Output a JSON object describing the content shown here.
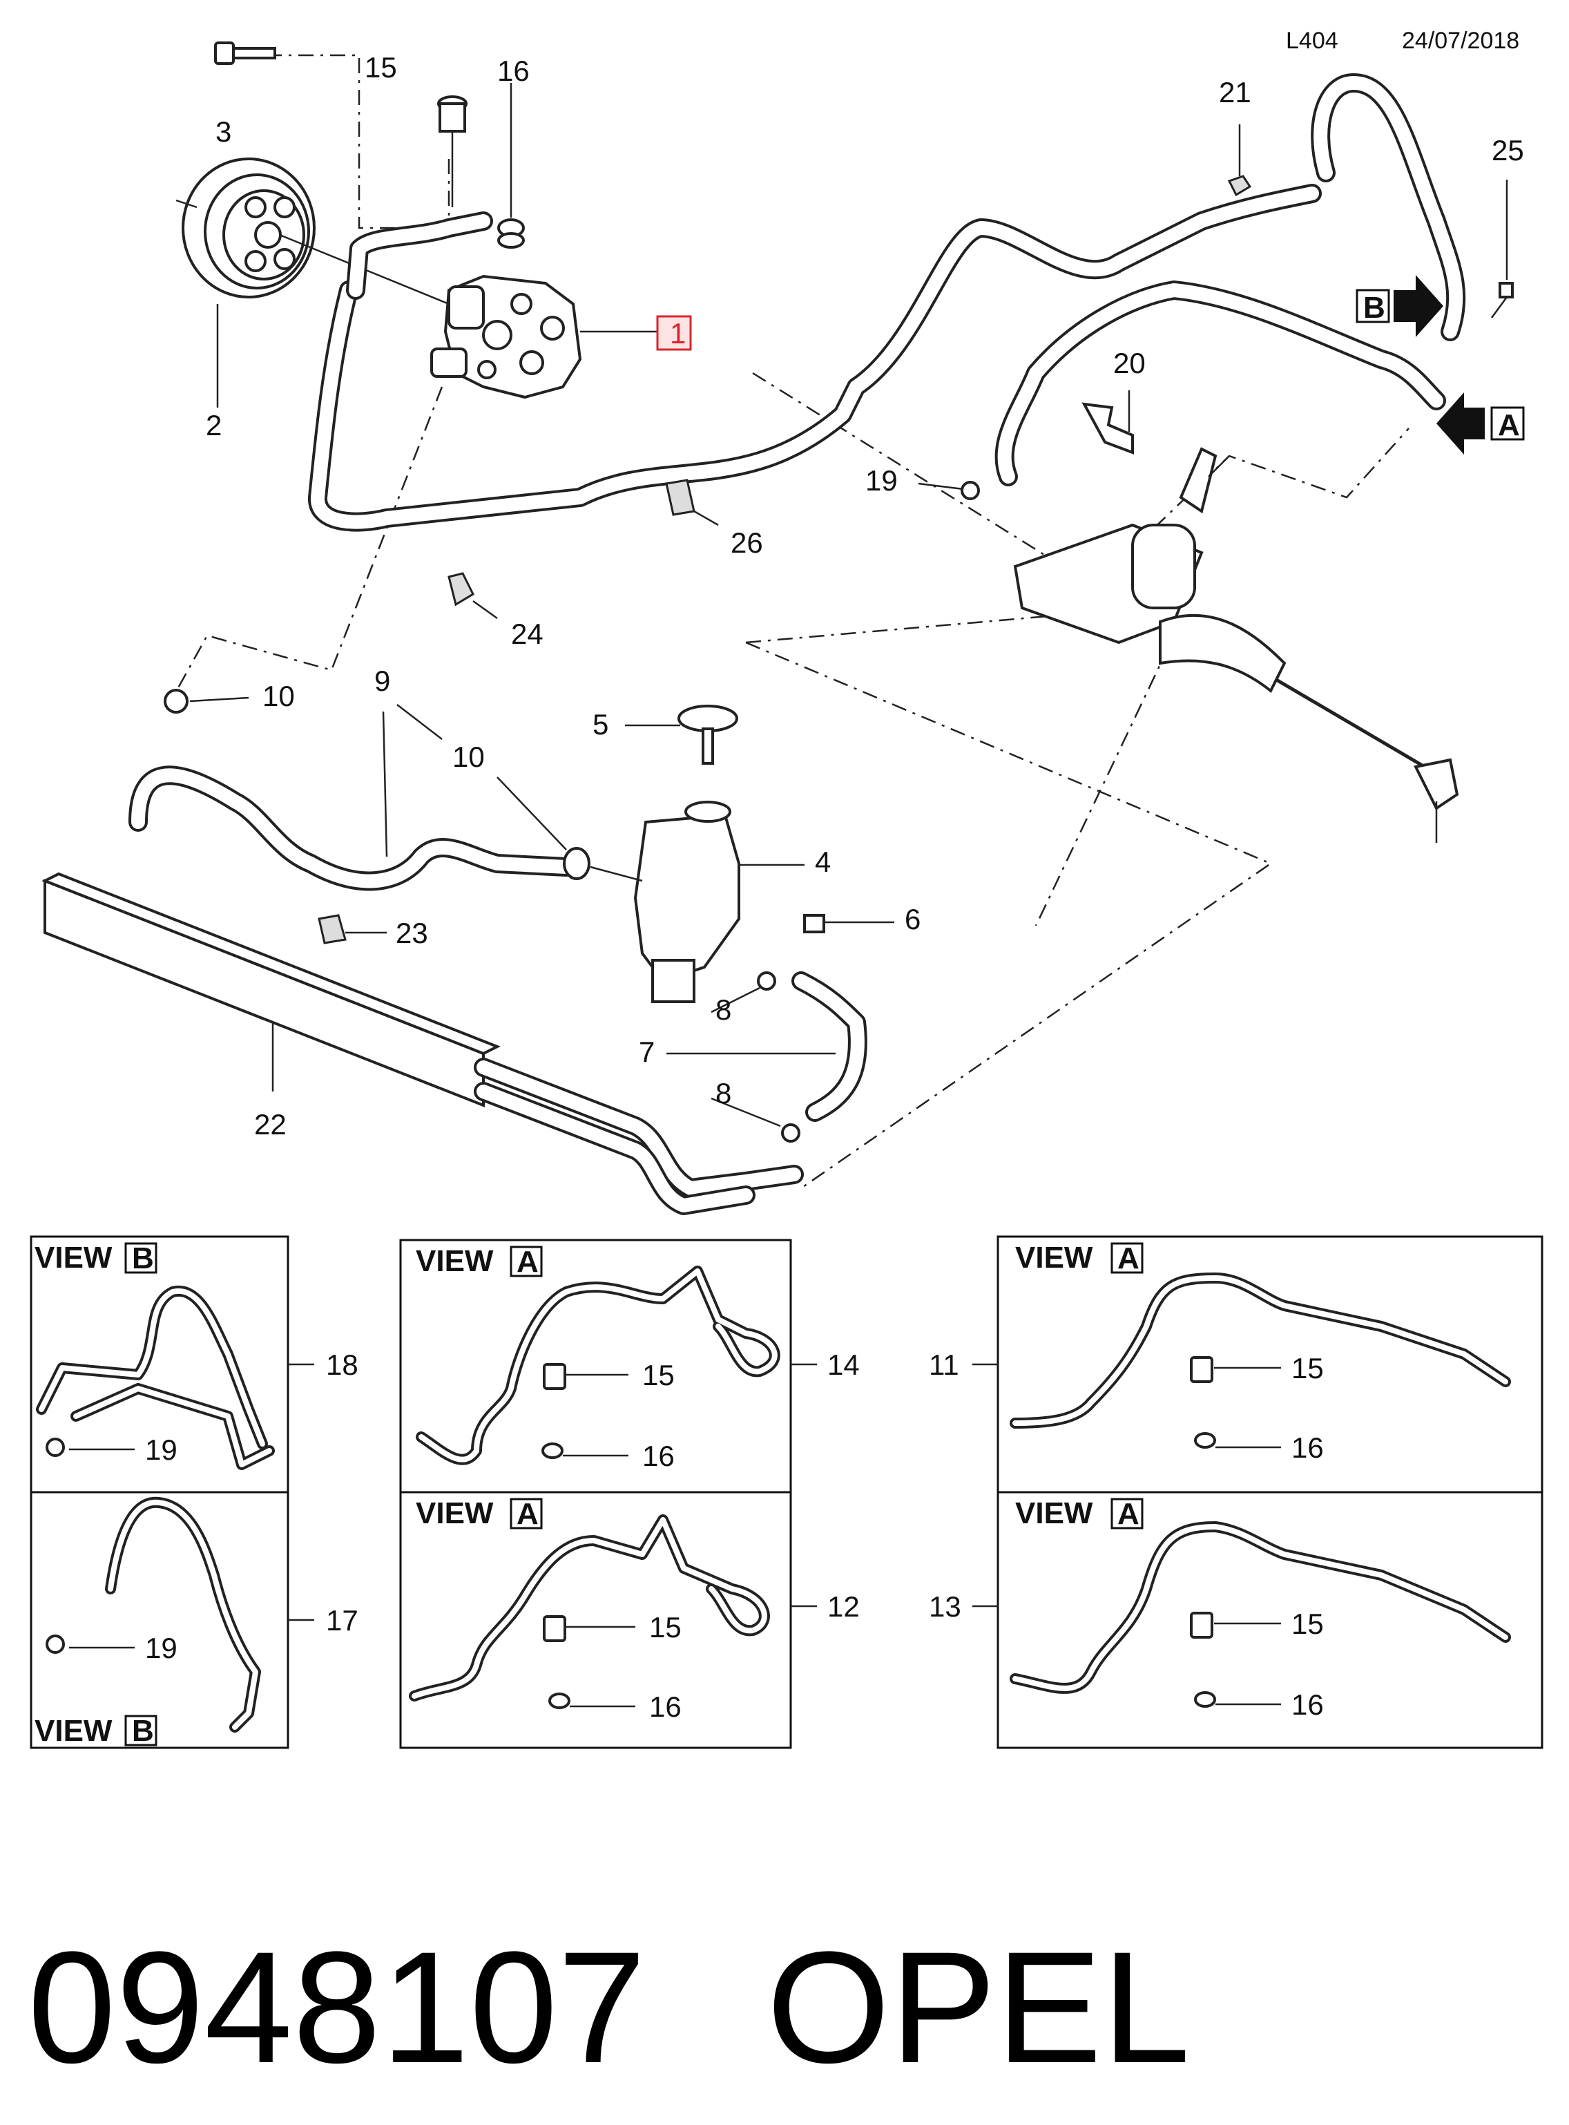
{
  "header": {
    "code": "L404",
    "date": "24/07/2018"
  },
  "callouts": {
    "c1": "1",
    "c2": "2",
    "c3": "3",
    "c4": "4",
    "c5": "5",
    "c6": "6",
    "c7": "7",
    "c8a": "8",
    "c8b": "8",
    "c9": "9",
    "c10a": "10",
    "c10b": "10",
    "c15": "15",
    "c16": "16",
    "c19": "19",
    "c20": "20",
    "c21": "21",
    "c22": "22",
    "c23": "23",
    "c24": "24",
    "c25": "25",
    "c26": "26"
  },
  "view_markers": {
    "b": "B",
    "a": "A"
  },
  "views": [
    {
      "title": "VIEW",
      "letter": "B",
      "callout_main": "18",
      "callout_a": "19"
    },
    {
      "title": "VIEW",
      "letter": "B",
      "callout_main": "17",
      "callout_a": "19"
    },
    {
      "title": "VIEW",
      "letter": "A",
      "callout_main": "14",
      "callout_a": "15",
      "callout_b": "16"
    },
    {
      "title": "VIEW",
      "letter": "A",
      "callout_main": "12",
      "callout_a": "15",
      "callout_b": "16"
    },
    {
      "title": "VIEW",
      "letter": "A",
      "callout_main": "11",
      "callout_a": "15",
      "callout_b": "16"
    },
    {
      "title": "VIEW",
      "letter": "A",
      "callout_main": "13",
      "callout_a": "15",
      "callout_b": "16"
    }
  ],
  "footer": {
    "part_number": "0948107",
    "brand": "OPEL"
  },
  "colors": {
    "highlight": "#d9262c",
    "highlight_fill": "#fde3e3",
    "ink": "#111111"
  }
}
